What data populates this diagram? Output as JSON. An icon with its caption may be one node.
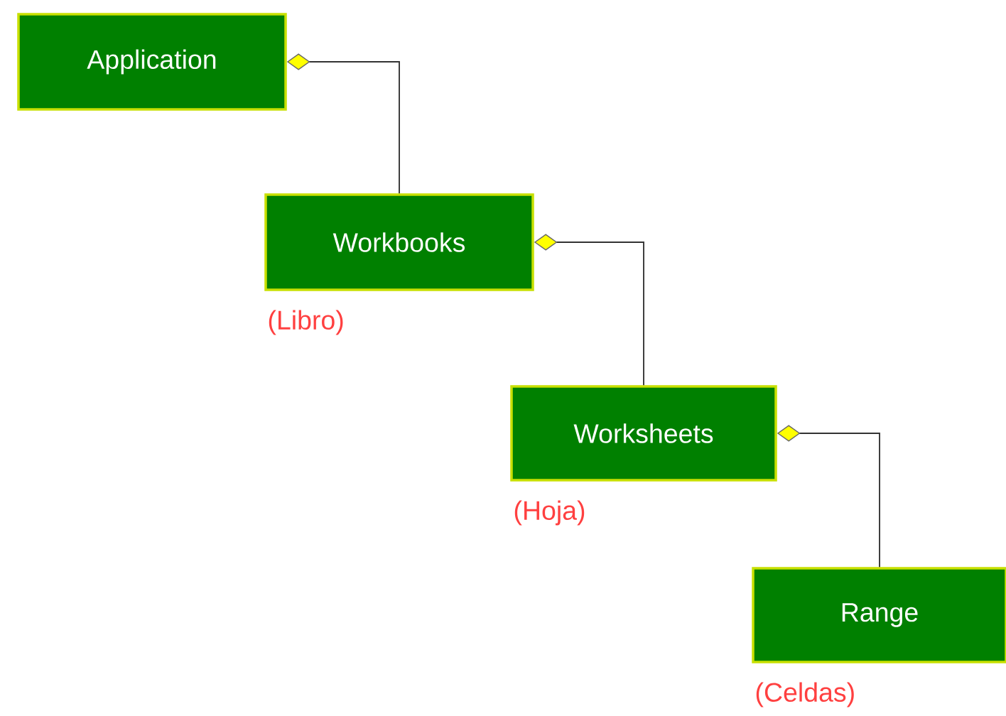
{
  "diagram": {
    "nodes": [
      {
        "text": [
          "Application"
        ]
      },
      {
        "text": [
          "Workbooks"
        ],
        "beside": [
          "(Libro)"
        ]
      },
      {
        "text": [
          "Worksheets"
        ],
        "beside": [
          "(Hoja)"
        ]
      },
      {
        "text": [
          "Range"
        ],
        "beside": [
          "(Celdas)"
        ]
      }
    ],
    "edges": [
      {
        "from": 0,
        "to": 1,
        "arrow": "other"
      },
      {
        "from": 1,
        "to": 2,
        "arrow": "other"
      },
      {
        "from": 2,
        "to": 3,
        "arrow": "other"
      }
    ]
  }
}
